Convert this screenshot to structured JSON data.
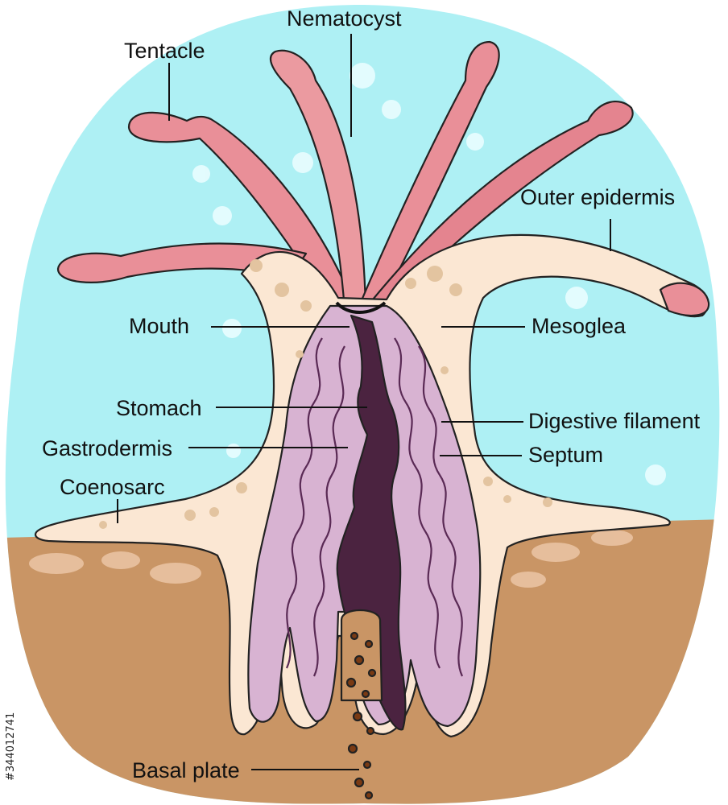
{
  "diagram": {
    "labels": {
      "nematocyst": "Nematocyst",
      "tentacle": "Tentacle",
      "outer_epidermis": "Outer epidermis",
      "mouth": "Mouth",
      "mesoglea": "Mesoglea",
      "stomach": "Stomach",
      "digestive_filament": "Digestive filament",
      "gastrodermis": "Gastrodermis",
      "septum": "Septum",
      "coenosarc": "Coenosarc",
      "basal_plate": "Basal plate"
    },
    "watermark_id": "#344012741",
    "colors": {
      "water": "#aef0f4",
      "sediment": "#c99565",
      "tissue": "#fbe7d3",
      "tentacle": "#e98f98",
      "cavity": "#6e3b5f",
      "septa": "#c59ac0"
    }
  }
}
